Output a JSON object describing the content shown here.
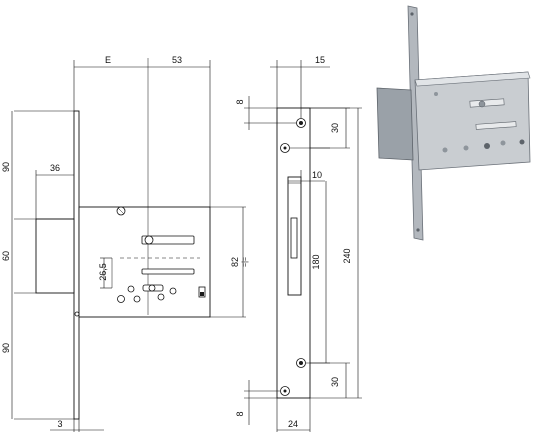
{
  "front_view": {
    "dim_top_e": "E",
    "dim_top_53": "53",
    "dim_left_90_top": "90",
    "dim_36": "36",
    "dim_left_60": "60",
    "dim_left_90_bottom": "90",
    "dim_26_5": "26,5",
    "dim_82": "82",
    "dim_82_sub": "=|=",
    "dim_bottom_3": "3"
  },
  "side_view": {
    "dim_15": "15",
    "dim_8_top": "8",
    "dim_30_top": "30",
    "dim_10": "10",
    "dim_180": "180",
    "dim_240": "240",
    "dim_30_bottom": "30",
    "dim_8_bottom": "8",
    "dim_24": "24"
  },
  "colors": {
    "line": "#111111",
    "photo_metal": "#c9cdd1",
    "photo_shadow": "#6a7078"
  }
}
